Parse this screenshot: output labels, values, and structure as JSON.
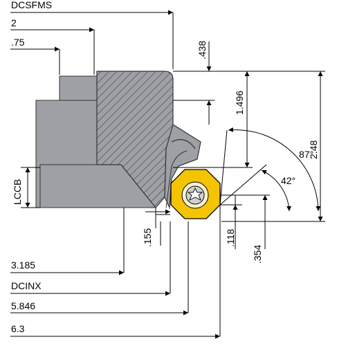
{
  "labels": {
    "dcsfms": "DCSFMS",
    "two": "2",
    "p75": ".75",
    "p438": ".438",
    "d1496": "1.496",
    "d248": "2.48",
    "a87": "87°",
    "a42": "42°",
    "lccb": "LCCB",
    "p155": ".155",
    "p118": ".118",
    "p354": ".354",
    "d3185": "3.185",
    "dcinx": "DCINX",
    "d5846": "5.846",
    "d63": "6.3"
  },
  "colors": {
    "body": "#9ea0a6",
    "bodyDark": "#6d6f75",
    "outline": "#333333",
    "hatch": "#4a4c52",
    "insert": "#f4c400",
    "insertInner": "#f7f3cf",
    "screw": "#cfd0d3"
  },
  "icons": {
    "screw": "torx-screw-icon"
  }
}
